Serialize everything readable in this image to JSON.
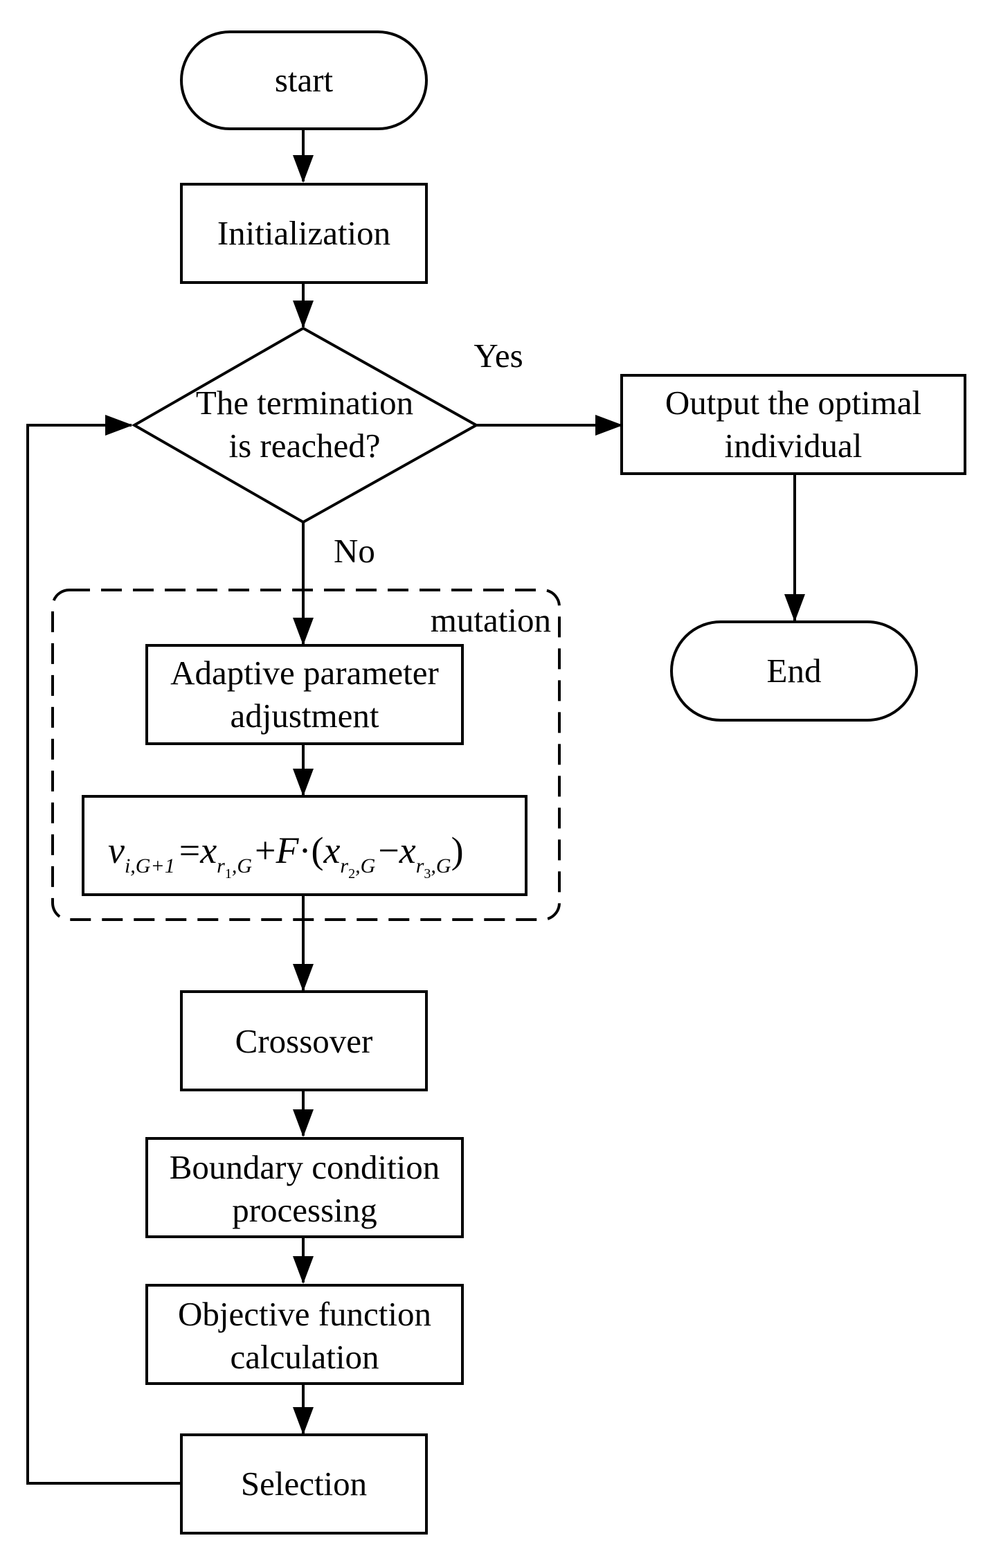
{
  "nodes": {
    "start": "start",
    "initialization": "Initialization",
    "termination_line1": "The termination",
    "termination_line2": "is reached?",
    "output_line1": "Output the optimal",
    "output_line2": "individual",
    "end": "End",
    "adaptive_line1": "Adaptive parameter",
    "adaptive_line2": "adjustment",
    "crossover": "Crossover",
    "boundary_line1": "Boundary condition",
    "boundary_line2": "processing",
    "objective_line1": "Objective function",
    "objective_line2": "calculation",
    "selection": "Selection"
  },
  "edge_labels": {
    "yes": "Yes",
    "no": "No"
  },
  "group": {
    "mutation": "mutation"
  },
  "formula": {
    "v": "v",
    "v_sub": "i,G+1",
    "eq": "=",
    "x1": "x",
    "r1": "r",
    "r1_idx": "1",
    "g1": ",G",
    "plus": "+",
    "F": "F",
    "dot": "·",
    "lparen": "(",
    "x2": "x",
    "r2": "r",
    "r2_idx": "2",
    "g2": ",G",
    "minus": "−",
    "x3": "x",
    "r3": "r",
    "r3_idx": "3",
    "g3": ",G",
    "rparen": ")"
  },
  "colors": {
    "stroke": "#000000",
    "background": "#ffffff"
  }
}
